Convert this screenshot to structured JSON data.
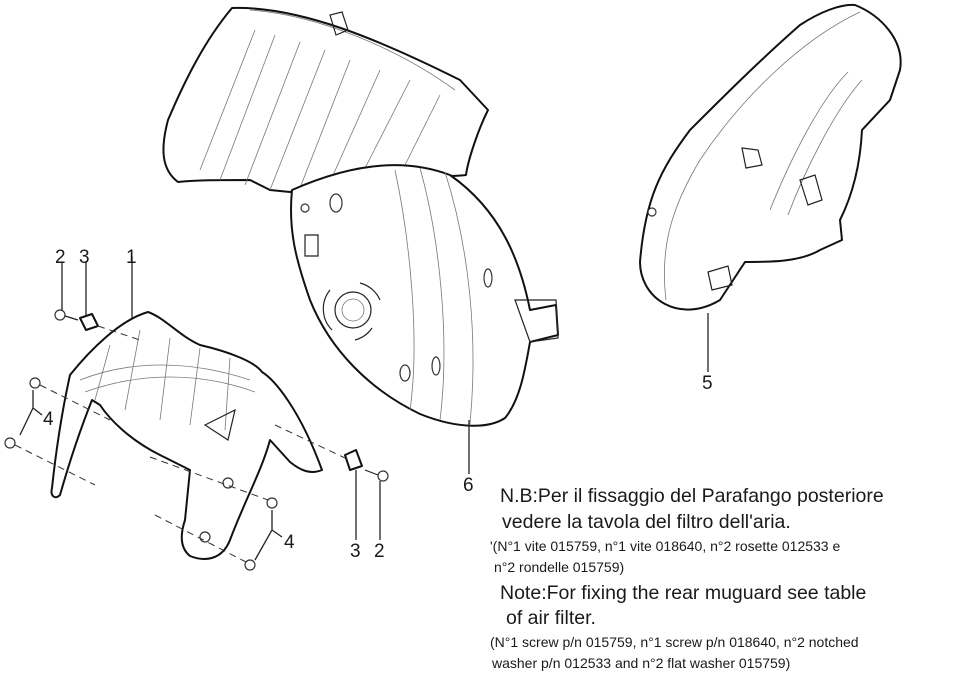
{
  "diagram": {
    "type": "exploded-parts-view",
    "callouts": [
      {
        "id": "c2a",
        "label": "2",
        "part": "screw (top-left)"
      },
      {
        "id": "c3a",
        "label": "3",
        "part": "clip nut (top-left)"
      },
      {
        "id": "c1",
        "label": "1",
        "part": "front mudguard"
      },
      {
        "id": "c4a",
        "label": "4",
        "part": "screws (left pair)"
      },
      {
        "id": "c4b",
        "label": "4",
        "part": "screws (bottom pair)"
      },
      {
        "id": "c3b",
        "label": "3",
        "part": "clip nut (right)"
      },
      {
        "id": "c2b",
        "label": "2",
        "part": "screw (right)"
      },
      {
        "id": "c6",
        "label": "6",
        "part": "rear splash guard / housing"
      },
      {
        "id": "c5",
        "label": "5",
        "part": "rear mudguard"
      }
    ]
  },
  "notes": {
    "it_line1": "N.B:Per il fissaggio del Parafango posteriore",
    "it_line2": "vedere la tavola del filtro dell'aria.",
    "it_detail1": "'(N°1 vite 015759, n°1 vite 018640, n°2 rosette 012533 e",
    "it_detail2": "n°2 rondelle 015759)",
    "en_line1": "Note:For fixing the rear muguard see table",
    "en_line2": "of air filter.",
    "en_detail1": "(N°1 screw p/n 015759, n°1 screw p/n 018640, n°2 notched",
    "en_detail2": "washer p/n 012533 and n°2 flat washer 015759)"
  }
}
